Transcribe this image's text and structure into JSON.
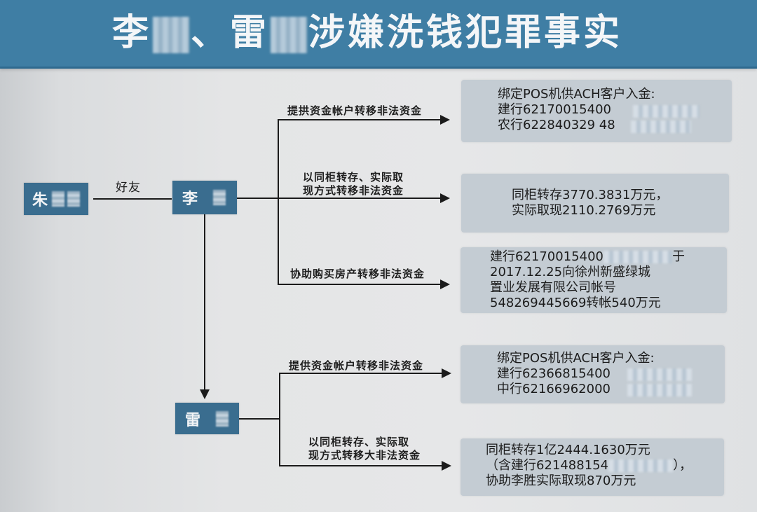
{
  "banner": {
    "title_part1": "李",
    "title_sep": "、雷",
    "title_part2": "涉嫌洗钱犯罪事实",
    "bg_color": "#3f7ea4"
  },
  "nodes": {
    "zhu": {
      "label": "朱"
    },
    "li": {
      "label": "李"
    },
    "lei": {
      "label": "雷"
    }
  },
  "relation": {
    "label": "好友"
  },
  "li_branches": [
    {
      "label": "提拱资金帐户转移非法资金"
    },
    {
      "label_line1": "以同柜转存、实际取",
      "label_line2": "现方式转移非法资金"
    },
    {
      "label": "协助购买房产转移非法资金"
    }
  ],
  "lei_branches": [
    {
      "label": "提供资金帐户转移非法资金"
    },
    {
      "label_line1": "以同柜转存、实际取",
      "label_line2": "现方式转移大非法资金"
    }
  ],
  "boxes": [
    {
      "lines": [
        "绑定POS机供ACH客户入金:",
        "建行62170015400",
        "农行622840329 48"
      ]
    },
    {
      "lines": [
        "同柜转存3770.3831万元，",
        "实际取现2110.2769万元"
      ]
    },
    {
      "lines": [
        "建行62170015400",
        "于",
        "2017.12.25向徐州新盛绿城",
        "置业发展有限公司帐号",
        "548269445669转帐540万元"
      ]
    },
    {
      "lines": [
        "绑定POS机供ACH客户入金:",
        "建行62366815400",
        "中行62166962000"
      ]
    },
    {
      "lines": [
        "同柜转存1亿2444.1630万元",
        "（含建行621488154",
        "），",
        "协助李胜实际取现870万元"
      ]
    }
  ]
}
